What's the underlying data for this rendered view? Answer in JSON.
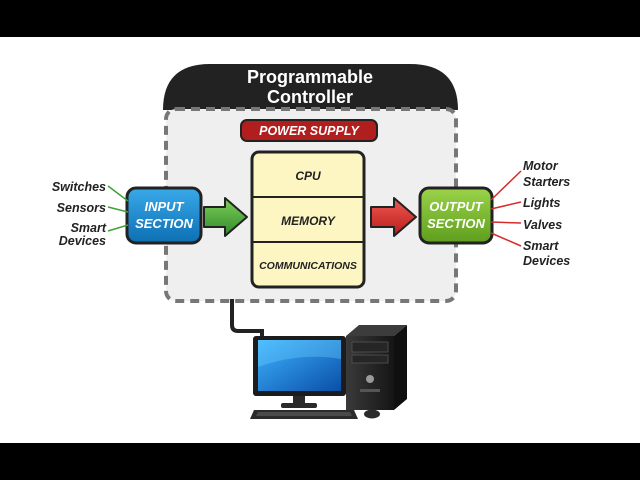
{
  "controller": {
    "title_line1": "Programmable",
    "title_line2": "Controller",
    "power_supply": "POWER SUPPLY"
  },
  "cpu_box": {
    "rows": [
      "CPU",
      "MEMORY",
      "COMMUNICATIONS"
    ]
  },
  "input_section": {
    "line1": "INPUT",
    "line2": "SECTION",
    "devices": [
      {
        "lines": [
          "Switches"
        ]
      },
      {
        "lines": [
          "Sensors"
        ]
      },
      {
        "lines": [
          "Smart",
          "Devices"
        ]
      }
    ]
  },
  "output_section": {
    "line1": "OUTPUT",
    "line2": "SECTION",
    "devices": [
      {
        "lines": [
          "Motor",
          "Starters"
        ]
      },
      {
        "lines": [
          "Lights"
        ]
      },
      {
        "lines": [
          "Valves"
        ]
      },
      {
        "lines": [
          "Smart",
          "Devices"
        ]
      }
    ]
  },
  "colors": {
    "input_blue": "#1b8fd6",
    "output_green": "#7cbe2f",
    "power_red": "#b01e1e",
    "cpu_fill": "#fdf6c3",
    "dark": "#222222",
    "input_line_green": "#3aa335",
    "output_line_red": "#d62b2b"
  }
}
